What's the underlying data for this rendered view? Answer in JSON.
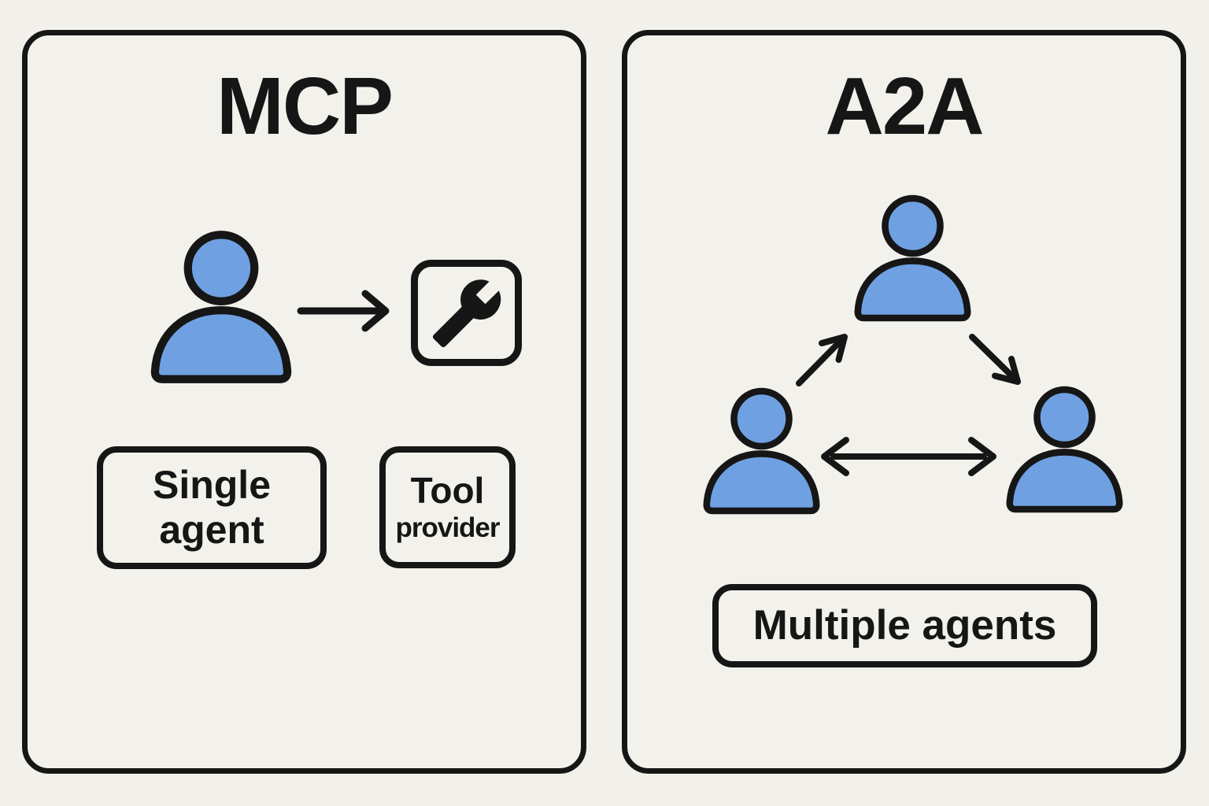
{
  "colors": {
    "background": "#f2f0ea",
    "panel_fill": "#f3f1eb",
    "ink": "#161616",
    "agent_blue": "#6fa1e2"
  },
  "left_panel": {
    "title": "MCP",
    "single_agent_line1": "Single",
    "single_agent_line2": "agent",
    "tool_provider_line1": "Tool",
    "tool_provider_line2": "provider",
    "icons": {
      "agent": "person-icon",
      "tool": "wrench-icon",
      "connection": "arrow-right-icon"
    }
  },
  "right_panel": {
    "title": "A2A",
    "multiple_agents_label": "Multiple agents",
    "icons": {
      "agents": [
        "person-icon",
        "person-icon",
        "person-icon"
      ],
      "connections": [
        "arrow-up-right-icon",
        "arrow-down-right-icon",
        "arrow-left-right-icon"
      ]
    }
  }
}
